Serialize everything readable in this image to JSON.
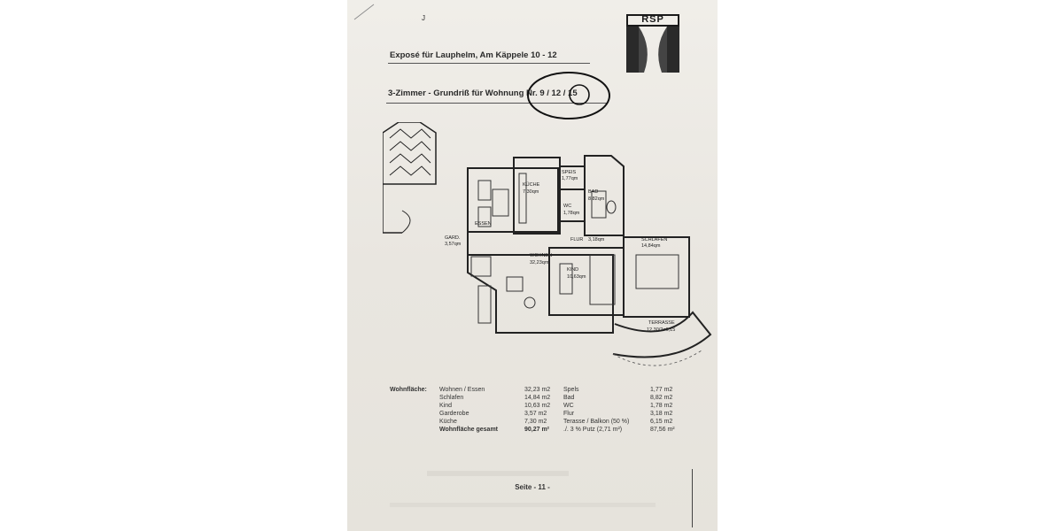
{
  "document": {
    "title": "Exposé für Lauphelm, Am Käppele 10 - 12",
    "subtitle": "3-Zimmer - Grundriß für Wohnung Nr. 9 / 12 / 15",
    "logo_text": "RSP",
    "corner_mark": "J"
  },
  "floor_plan": {
    "rooms": [
      {
        "name": "KÜCHE",
        "area": "7,30qm"
      },
      {
        "name": "SPEIS",
        "area": "1,77qm"
      },
      {
        "name": "BAD",
        "area": "8,82qm"
      },
      {
        "name": "WC",
        "area": "1,78qm"
      },
      {
        "name": "ESSEN",
        "area": ""
      },
      {
        "name": "GARD.",
        "area": "3,57qm"
      },
      {
        "name": "WOHNEN",
        "area": "32,23qm"
      },
      {
        "name": "FLUR",
        "area": "3,18qm"
      },
      {
        "name": "SCHLAFEN",
        "area": "14,84qm"
      },
      {
        "name": "KIND",
        "area": "10,63qm"
      },
      {
        "name": "TERRASSE",
        "area": "12,30/2=6,15"
      }
    ]
  },
  "area_table": {
    "heading": "Wohnfläche:",
    "left_column": [
      {
        "label": "Wohnen / Essen",
        "value": "32,23 m2"
      },
      {
        "label": "Schlafen",
        "value": "14,84 m2"
      },
      {
        "label": "Kind",
        "value": "10,63 m2"
      },
      {
        "label": "Garderobe",
        "value": "3,57 m2"
      },
      {
        "label": "Küche",
        "value": "7,30 m2"
      },
      {
        "label": "Wohnfläche gesamt",
        "value": "90,27 m²"
      }
    ],
    "right_column": [
      {
        "label": "Spels",
        "value": "1,77 m2"
      },
      {
        "label": "Bad",
        "value": "8,82 m2"
      },
      {
        "label": "WC",
        "value": "1,78 m2"
      },
      {
        "label": "Flur",
        "value": "3,18 m2"
      },
      {
        "label": "Terasse / Balkon (50 %)",
        "value": "6,15 m2"
      },
      {
        "label": "./. 3 % Putz (2,71 m²)",
        "value": "87,56 m²"
      }
    ]
  },
  "footer": {
    "page_label": "Seite - 11 -"
  },
  "colors": {
    "paper": "#ece9e3",
    "ink": "#222222"
  }
}
